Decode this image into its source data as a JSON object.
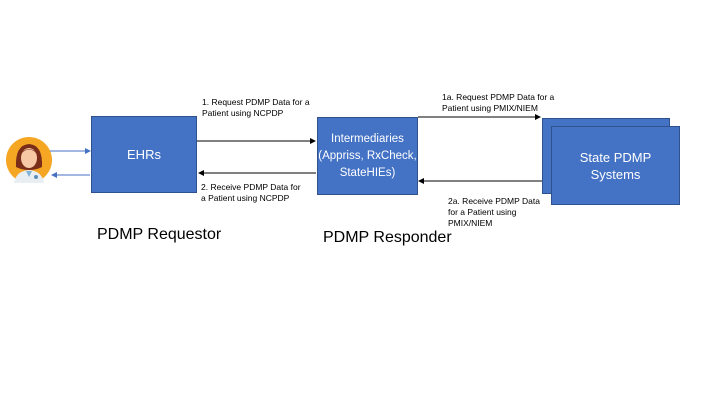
{
  "nodes": {
    "ehr": "EHRs",
    "intermediaries": "Intermediaries\n(Appriss, RxCheck,\nStateHIEs)",
    "state_pdmp": "State PDMP\nSystems"
  },
  "edges": {
    "request": "1. Request PDMP Data for a\nPatient using NCPDP",
    "receive": "2. Receive PDMP Data for\na Patient using NCPDP",
    "request_a": "1a. Request PDMP Data for a\nPatient using PMIX/NIEM",
    "receive_a": "2a. Receive PDMP Data\nfor a Patient using\nPMIX/NIEM"
  },
  "roles": {
    "requestor": "PDMP Requestor",
    "responder": "PDMP Responder"
  },
  "colors": {
    "box_fill": "#4472c4",
    "box_border": "#2f528f",
    "avatar_hair": "#7a2e1a",
    "avatar_background": "#f5a623"
  },
  "icons": {
    "user": "doctor-avatar-icon"
  }
}
